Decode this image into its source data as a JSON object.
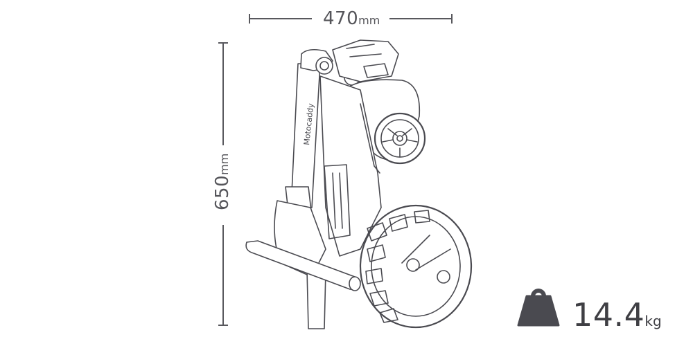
{
  "dimensions": {
    "width": {
      "value": "470",
      "unit": "mm"
    },
    "height": {
      "value": "650",
      "unit": "mm"
    }
  },
  "weight": {
    "value": "14.4",
    "unit": "kg",
    "icon": "weight-icon"
  },
  "product": {
    "brand_mark": "Motocaddy"
  },
  "colors": {
    "line": "#58585d",
    "icon": "#4a4a50",
    "text": "#55555a"
  }
}
